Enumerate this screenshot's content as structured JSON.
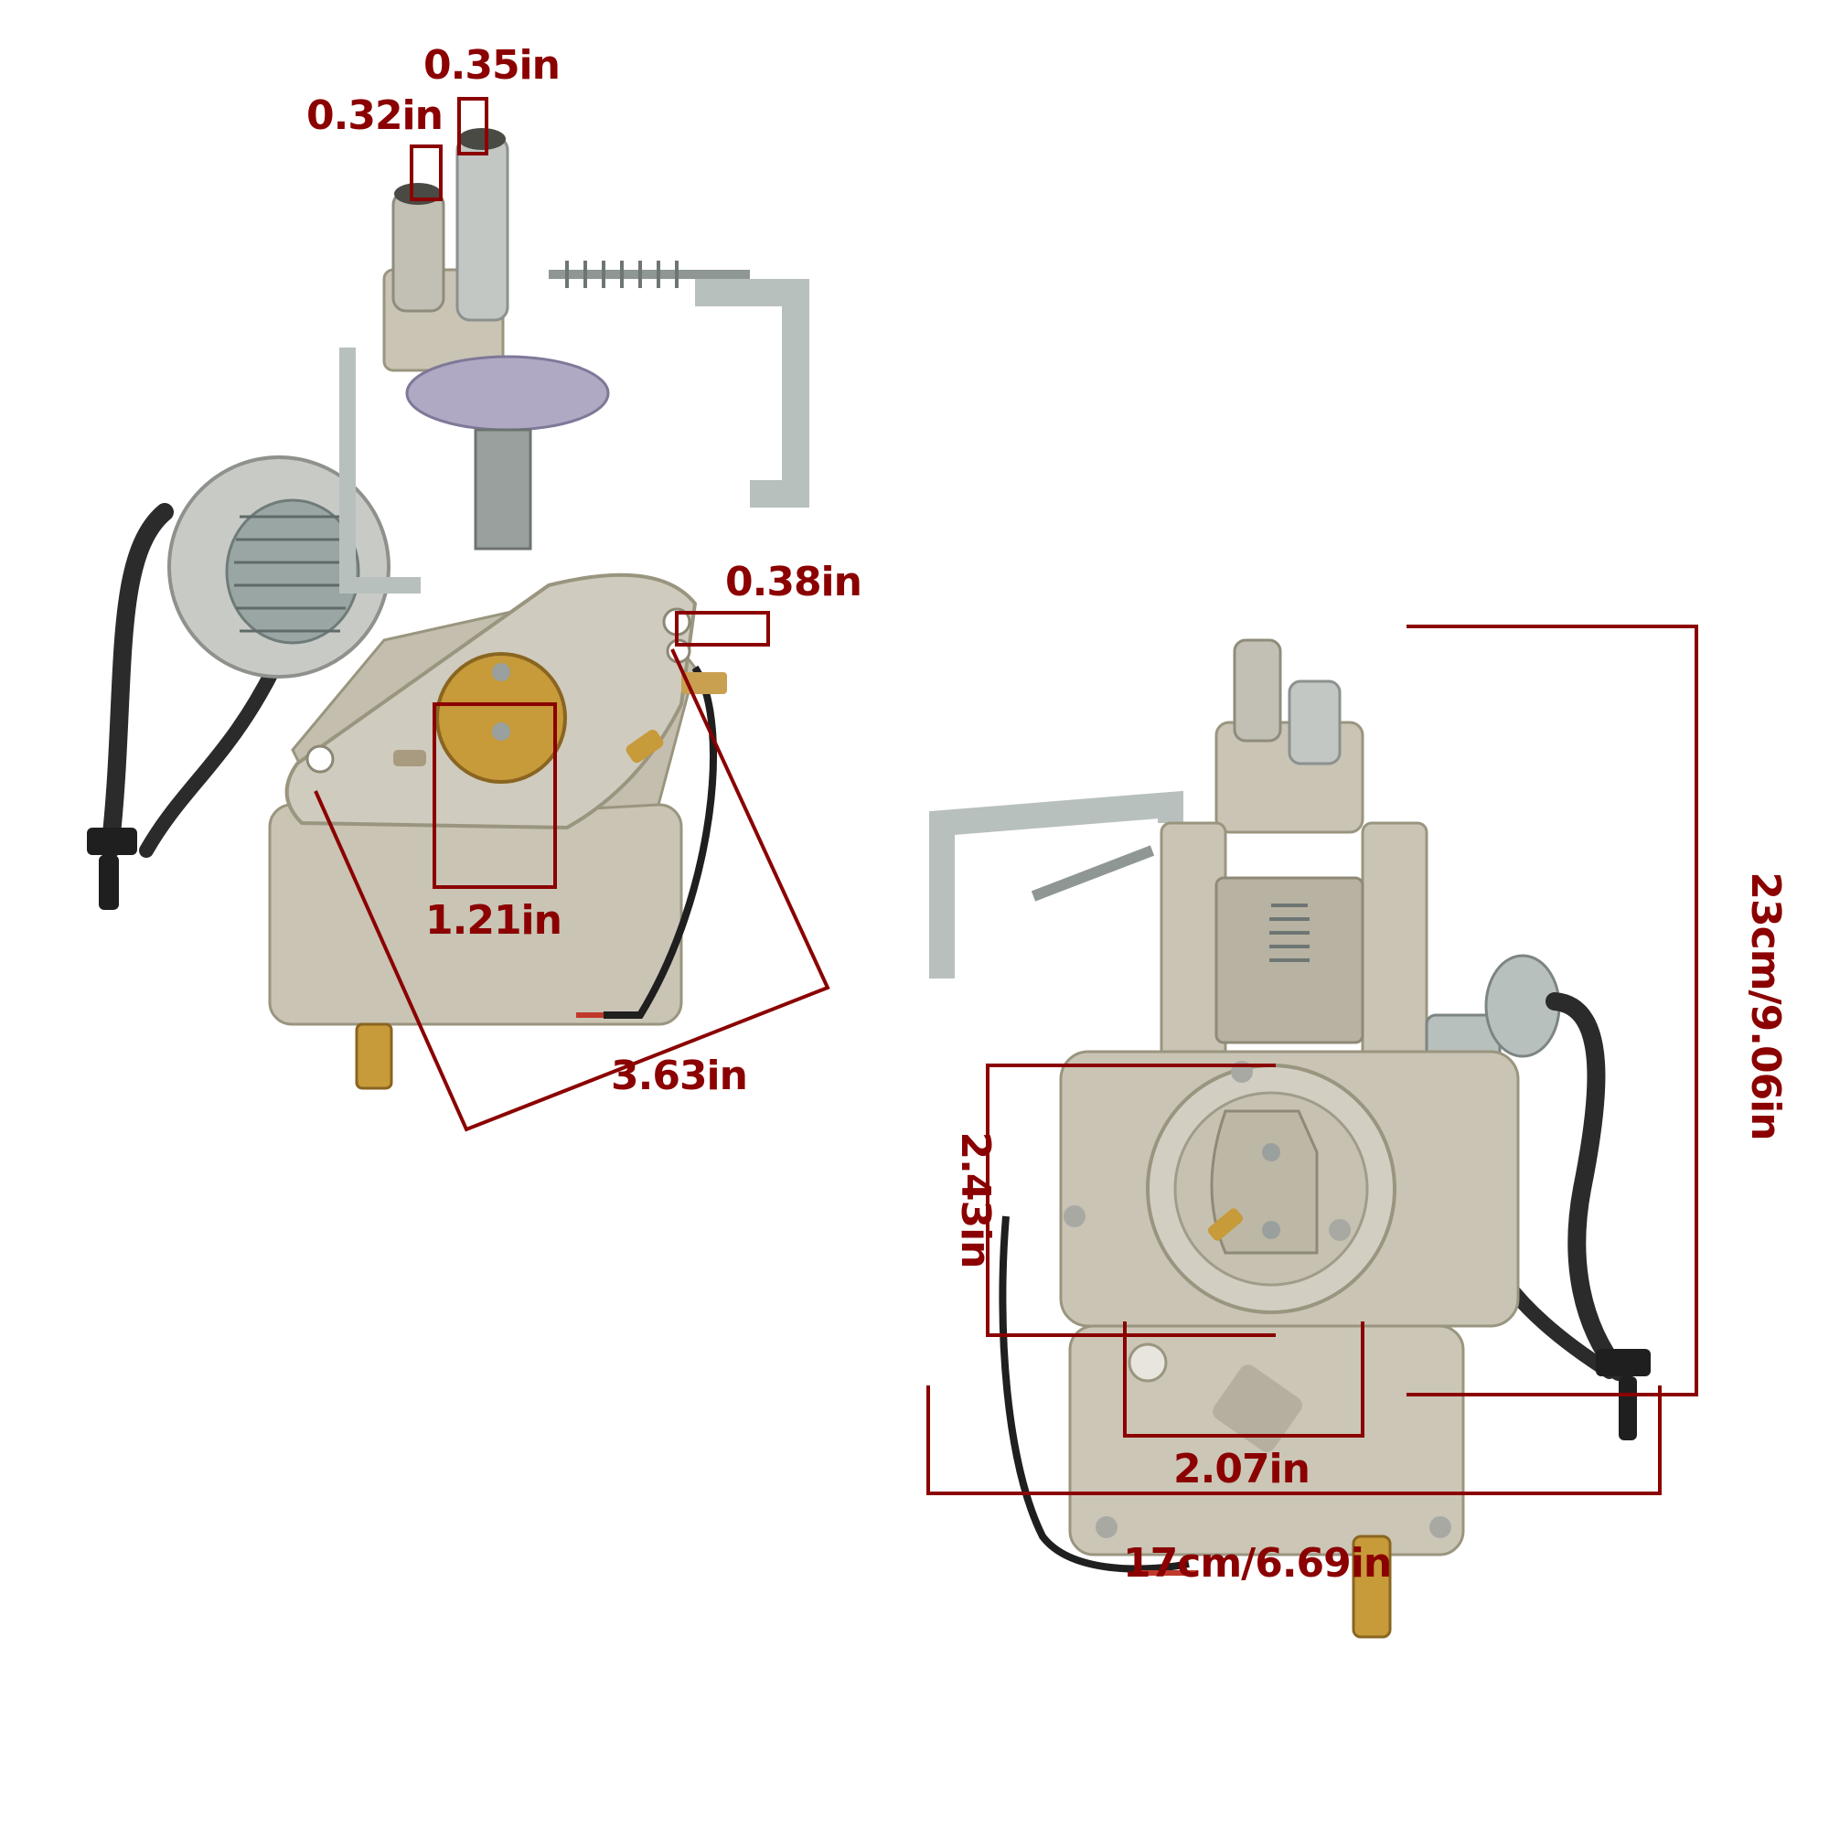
{
  "colors": {
    "dimension": "#8b0000",
    "aluminum": "#c9c4b4",
    "zinc_bracket": "#b8c0bd",
    "brass": "#c79a3a",
    "hose": "#2b2b2b",
    "background": "#ffffff"
  },
  "left_view": {
    "tube_small_diameter": "0.32in",
    "tube_large_diameter": "0.35in",
    "mount_hole_diameter": "0.38in",
    "bore_diameter": "1.21in",
    "flange_width": "3.63in"
  },
  "right_view": {
    "bore_height": "2.43in",
    "float_bowl_width": "2.07in",
    "overall_width": "17cm/6.69in",
    "overall_height": "23cm/9.06in"
  }
}
